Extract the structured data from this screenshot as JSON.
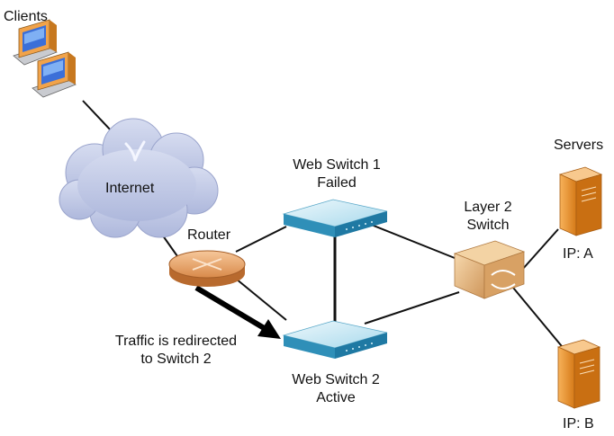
{
  "labels": {
    "clients": "Clients",
    "internet": "Internet",
    "router": "Router",
    "web_switch_1_line1": "Web Switch 1",
    "web_switch_1_line2": "Failed",
    "web_switch_2_line1": "Web Switch 2",
    "web_switch_2_line2": "Active",
    "layer2_line1": "Layer 2",
    "layer2_line2": "Switch",
    "servers": "Servers",
    "server_a": "IP: A",
    "server_b": "IP: B",
    "traffic_line1": "Traffic is redirected",
    "traffic_line2": "to Switch 2"
  },
  "colors": {
    "cloud": "#c3cbe6",
    "switch_top": "#cfe9f4",
    "switch_side": "#2a9bc4",
    "router": "#e6a36c",
    "layer2": "#e8bf8a",
    "server": "#ee9a2f",
    "link": "#111111"
  },
  "icons": {
    "clients": "desktop-computer-icon",
    "internet": "cloud-icon",
    "router": "router-icon",
    "web_switch": "web-switch-icon",
    "layer2": "layer2-switch-icon",
    "server": "tower-server-icon",
    "traffic": "arrow-icon"
  }
}
